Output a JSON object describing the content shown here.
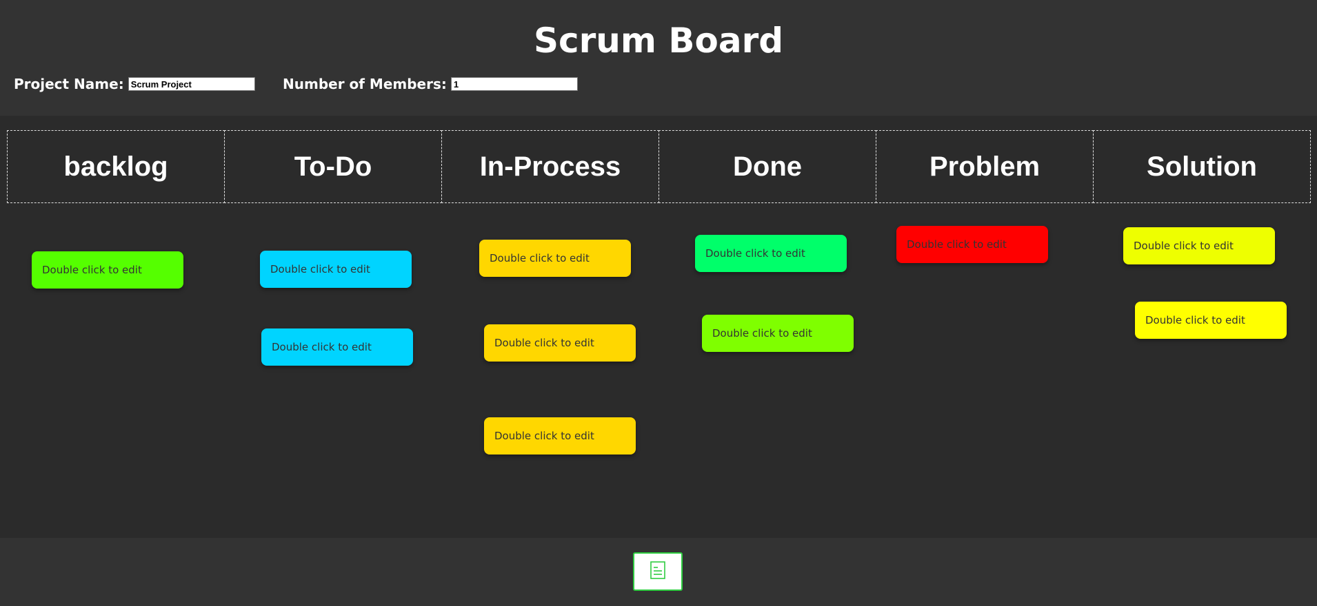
{
  "header": {
    "title": "Scrum Board",
    "project_name_label": "Project Name:",
    "project_name_value": "Scrum Project",
    "members_label": "Number of Members:",
    "members_value": "1"
  },
  "columns": [
    "backlog",
    "To-Do",
    "In-Process",
    "Done",
    "Problem",
    "Solution"
  ],
  "notes": {
    "backlog_1": "Double click to edit",
    "todo_1": "Double click to edit",
    "todo_2": "Double click to edit",
    "inprocess_1": "Double click to edit",
    "inprocess_2": "Double click to edit",
    "inprocess_3": "Double click to edit",
    "done_1": "Double click to edit",
    "done_2": "Double click to edit",
    "problem_1": "Double click to edit",
    "solution_1": "Double click to edit",
    "solution_2": "Double click to edit"
  },
  "colors": {
    "backlog": "#55ff00",
    "todo": "#00d4ff",
    "inprocess": "#ffd700",
    "done_a": "#00ff6a",
    "done_b": "#7fff00",
    "problem": "#ff0000",
    "solution_a": "#eeff00",
    "solution_b": "#ffff00",
    "footer_button_border": "#2ecc40"
  },
  "footer": {
    "button_icon": "document-icon"
  }
}
